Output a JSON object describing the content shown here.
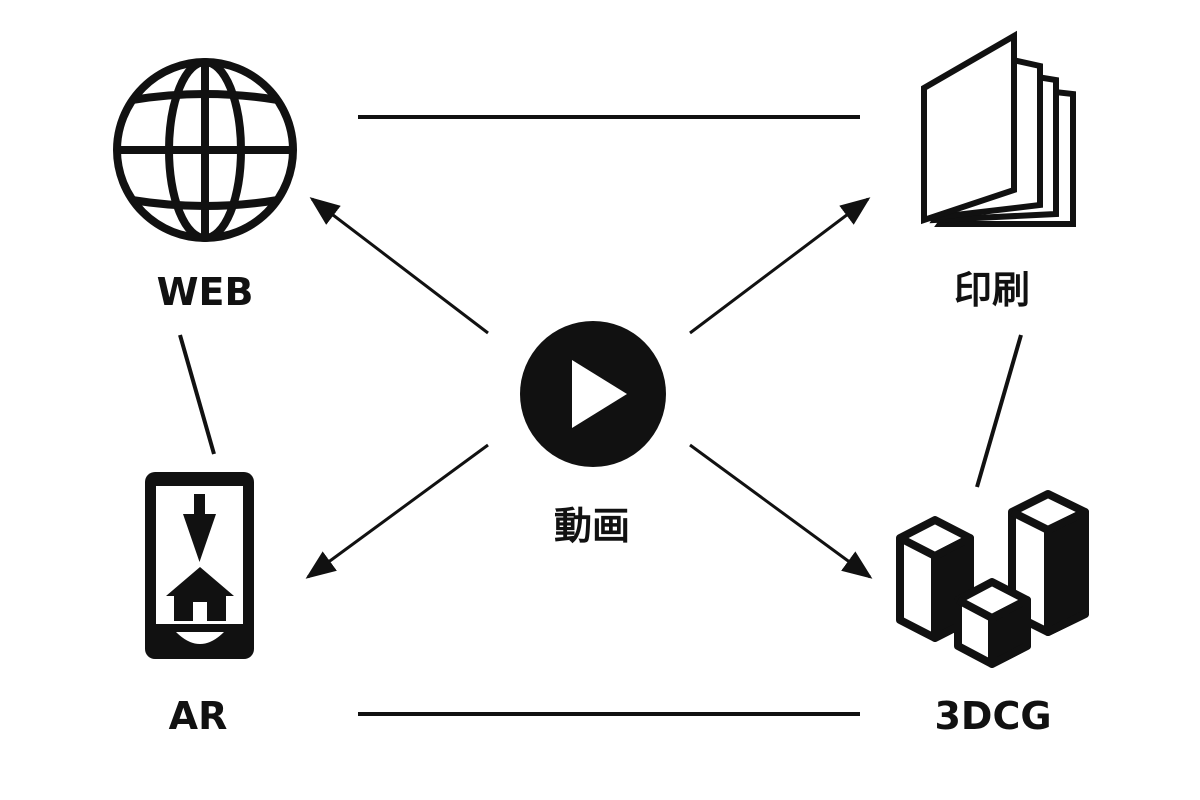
{
  "nodes": {
    "web": {
      "label": "WEB",
      "icon": "globe-icon"
    },
    "print": {
      "label": "印刷",
      "icon": "book-icon"
    },
    "ar": {
      "label": "AR",
      "icon": "smartphone-ar-icon"
    },
    "cg": {
      "label": "3DCG",
      "icon": "3d-blocks-icon"
    },
    "video": {
      "label": "動画",
      "icon": "play-icon"
    }
  },
  "edges": [
    {
      "from": "web",
      "to": "print",
      "type": "line"
    },
    {
      "from": "web",
      "to": "ar",
      "type": "line"
    },
    {
      "from": "print",
      "to": "cg",
      "type": "line"
    },
    {
      "from": "ar",
      "to": "cg",
      "type": "line"
    },
    {
      "from": "video",
      "to": "web",
      "type": "arrow"
    },
    {
      "from": "video",
      "to": "print",
      "type": "arrow"
    },
    {
      "from": "video",
      "to": "ar",
      "type": "arrow"
    },
    {
      "from": "video",
      "to": "cg",
      "type": "arrow"
    }
  ],
  "colors": {
    "ink": "#111111",
    "background": "#ffffff"
  }
}
